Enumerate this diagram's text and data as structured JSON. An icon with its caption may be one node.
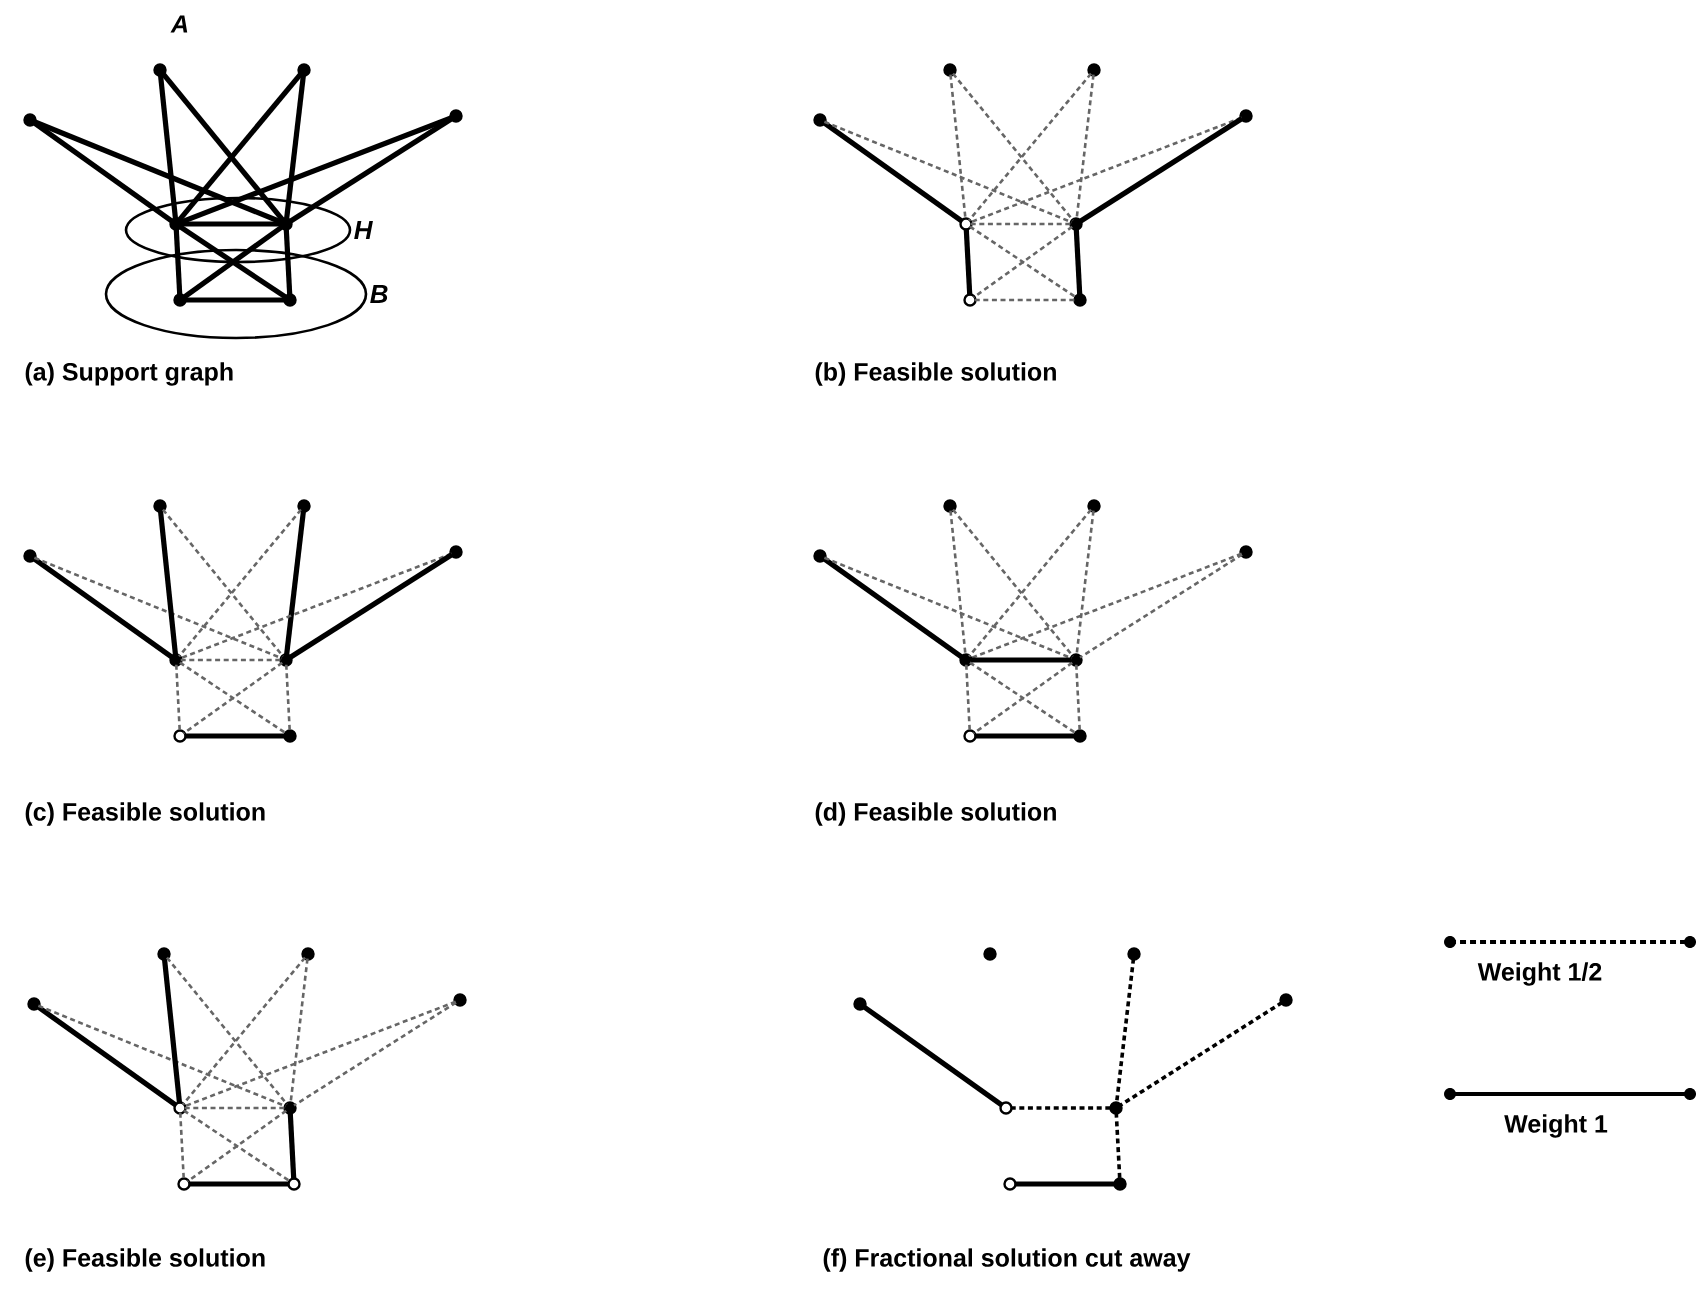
{
  "diagram": {
    "nodes": [
      {
        "text": [],
        "shape": "circle"
      },
      {
        "text": [],
        "shape": "circle"
      },
      {
        "text": [],
        "shape": "circle"
      },
      {
        "text": [],
        "shape": "circle"
      },
      {
        "text": [],
        "shape": "circle",
        "in": 8
      },
      {
        "text": [],
        "shape": "circle",
        "in": 8
      },
      {
        "text": [],
        "shape": "circle",
        "in": 9
      },
      {
        "text": [],
        "shape": "circle",
        "in": 9
      },
      {
        "text": [
          "H"
        ]
      },
      {
        "text": [
          "B"
        ]
      },
      {
        "text": [],
        "shape": "circle"
      },
      {
        "text": [],
        "shape": "circle"
      },
      {
        "text": [],
        "shape": "circle"
      },
      {
        "text": [],
        "shape": "circle"
      },
      {
        "text": [],
        "shape": "circle"
      },
      {
        "text": [],
        "shape": "circle"
      },
      {
        "text": [],
        "shape": "circle"
      },
      {
        "text": [],
        "shape": "circle"
      },
      {
        "text": [],
        "shape": "circle"
      },
      {
        "text": [],
        "shape": "circle"
      },
      {
        "text": [],
        "shape": "circle"
      },
      {
        "text": [],
        "shape": "circle"
      },
      {
        "text": [],
        "shape": "circle"
      },
      {
        "text": [],
        "shape": "circle"
      },
      {
        "text": [],
        "shape": "circle"
      },
      {
        "text": [],
        "shape": "circle"
      },
      {
        "text": [],
        "shape": "circle"
      },
      {
        "text": [],
        "shape": "circle"
      },
      {
        "text": [],
        "shape": "circle"
      },
      {
        "text": [],
        "shape": "circle"
      },
      {
        "text": [],
        "shape": "circle"
      },
      {
        "text": [],
        "shape": "circle"
      },
      {
        "text": [],
        "shape": "circle"
      },
      {
        "text": [],
        "shape": "circle"
      },
      {
        "text": [],
        "shape": "circle"
      },
      {
        "text": [],
        "shape": "circle"
      },
      {
        "text": [],
        "shape": "circle"
      },
      {
        "text": [],
        "shape": "circle"
      },
      {
        "text": [],
        "shape": "circle"
      },
      {
        "text": [],
        "shape": "circle"
      },
      {
        "text": [],
        "shape": "circle"
      },
      {
        "text": [],
        "shape": "circle"
      },
      {
        "text": [],
        "shape": "circle"
      },
      {
        "text": [],
        "shape": "circle"
      },
      {
        "text": [],
        "shape": "circle"
      },
      {
        "text": [],
        "shape": "circle"
      },
      {
        "text": [],
        "shape": "circle"
      },
      {
        "text": [],
        "shape": "circle"
      },
      {
        "text": [],
        "shape": "circle"
      },
      {
        "text": [],
        "shape": "circle"
      }
    ],
    "edges": [
      {
        "from": 0,
        "to": 4,
        "arrow": "none",
        "color": "#000000"
      },
      {
        "from": 0,
        "to": 5,
        "arrow": "none",
        "color": "#000000"
      },
      {
        "from": 1,
        "to": 4,
        "arrow": "none",
        "color": "#000000"
      },
      {
        "from": 1,
        "to": 5,
        "arrow": "none",
        "color": "#000000"
      },
      {
        "from": 2,
        "to": 4,
        "arrow": "none",
        "color": "#000000"
      },
      {
        "from": 2,
        "to": 5,
        "arrow": "none",
        "color": "#000000"
      },
      {
        "from": 3,
        "to": 4,
        "arrow": "none",
        "color": "#000000"
      },
      {
        "from": 3,
        "to": 5,
        "arrow": "none",
        "color": "#000000"
      },
      {
        "from": 4,
        "to": 5,
        "arrow": "none",
        "color": "#000000"
      },
      {
        "from": 4,
        "to": 6,
        "arrow": "none",
        "color": "#000000"
      },
      {
        "from": 5,
        "to": 7,
        "arrow": "none",
        "color": "#000000"
      },
      {
        "from": 6,
        "to": 7,
        "arrow": "none",
        "color": "#000000"
      },
      {
        "from": 4,
        "to": 7,
        "arrow": "none",
        "color": "#000000"
      },
      {
        "from": 5,
        "to": 6,
        "arrow": "none",
        "color": "#000000"
      },
      {
        "from": 10,
        "to": 14,
        "arrow": "none",
        "color": "#000000"
      },
      {
        "from": 10,
        "to": 15,
        "arrow": "none",
        "style": "dashed",
        "color": "#666666"
      },
      {
        "from": 11,
        "to": 14,
        "arrow": "none",
        "style": "dashed",
        "color": "#666666"
      },
      {
        "from": 11,
        "to": 15,
        "arrow": "none",
        "style": "dashed",
        "color": "#666666"
      },
      {
        "from": 12,
        "to": 14,
        "arrow": "none",
        "style": "dashed",
        "color": "#666666"
      },
      {
        "from": 12,
        "to": 15,
        "arrow": "none",
        "style": "dashed",
        "color": "#666666"
      },
      {
        "from": 13,
        "to": 14,
        "arrow": "none",
        "style": "dashed",
        "color": "#666666"
      },
      {
        "from": 13,
        "to": 15,
        "arrow": "none",
        "color": "#000000"
      },
      {
        "from": 14,
        "to": 15,
        "arrow": "none",
        "style": "dashed",
        "color": "#666666"
      },
      {
        "from": 14,
        "to": 16,
        "arrow": "none",
        "color": "#000000"
      },
      {
        "from": 15,
        "to": 17,
        "arrow": "none",
        "color": "#000000"
      },
      {
        "from": 16,
        "to": 17,
        "arrow": "none",
        "style": "dashed",
        "color": "#666666"
      },
      {
        "from": 14,
        "to": 17,
        "arrow": "none",
        "style": "dashed",
        "color": "#666666"
      },
      {
        "from": 15,
        "to": 16,
        "arrow": "none",
        "style": "dashed",
        "color": "#666666"
      },
      {
        "from": 18,
        "to": 22,
        "arrow": "none",
        "color": "#000000"
      },
      {
        "from": 18,
        "to": 23,
        "arrow": "none",
        "style": "dashed",
        "color": "#666666"
      },
      {
        "from": 19,
        "to": 22,
        "arrow": "none",
        "color": "#000000"
      },
      {
        "from": 19,
        "to": 23,
        "arrow": "none",
        "style": "dashed",
        "color": "#666666"
      },
      {
        "from": 20,
        "to": 22,
        "arrow": "none",
        "style": "dashed",
        "color": "#666666"
      },
      {
        "from": 20,
        "to": 23,
        "arrow": "none",
        "color": "#000000"
      },
      {
        "from": 21,
        "to": 22,
        "arrow": "none",
        "style": "dashed",
        "color": "#666666"
      },
      {
        "from": 21,
        "to": 23,
        "arrow": "none",
        "color": "#000000"
      },
      {
        "from": 22,
        "to": 23,
        "arrow": "none",
        "style": "dashed",
        "color": "#666666"
      },
      {
        "from": 22,
        "to": 24,
        "arrow": "none",
        "style": "dashed",
        "color": "#666666"
      },
      {
        "from": 23,
        "to": 25,
        "arrow": "none",
        "style": "dashed",
        "color": "#666666"
      },
      {
        "from": 24,
        "to": 25,
        "arrow": "none",
        "color": "#000000"
      },
      {
        "from": 22,
        "to": 25,
        "arrow": "none",
        "style": "dashed",
        "color": "#666666"
      },
      {
        "from": 23,
        "to": 24,
        "arrow": "none",
        "style": "dashed",
        "color": "#666666"
      },
      {
        "from": 26,
        "to": 30,
        "arrow": "none",
        "color": "#000000"
      },
      {
        "from": 26,
        "to": 31,
        "arrow": "none",
        "style": "dashed",
        "color": "#666666"
      },
      {
        "from": 27,
        "to": 30,
        "arrow": "none",
        "style": "dashed",
        "color": "#666666"
      },
      {
        "from": 27,
        "to": 31,
        "arrow": "none",
        "style": "dashed",
        "color": "#666666"
      },
      {
        "from": 28,
        "to": 30,
        "arrow": "none",
        "style": "dashed",
        "color": "#666666"
      },
      {
        "from": 28,
        "to": 31,
        "arrow": "none",
        "style": "dashed",
        "color": "#666666"
      },
      {
        "from": 29,
        "to": 30,
        "arrow": "none",
        "style": "dashed",
        "color": "#666666"
      },
      {
        "from": 29,
        "to": 31,
        "arrow": "none",
        "style": "dashed",
        "color": "#666666"
      },
      {
        "from": 30,
        "to": 31,
        "arrow": "none",
        "color": "#000000"
      },
      {
        "from": 30,
        "to": 32,
        "arrow": "none",
        "style": "dashed",
        "color": "#666666"
      },
      {
        "from": 31,
        "to": 33,
        "arrow": "none",
        "style": "dashed",
        "color": "#666666"
      },
      {
        "from": 32,
        "to": 33,
        "arrow": "none",
        "color": "#000000"
      },
      {
        "from": 30,
        "to": 33,
        "arrow": "none",
        "style": "dashed",
        "color": "#666666"
      },
      {
        "from": 31,
        "to": 32,
        "arrow": "none",
        "style": "dashed",
        "color": "#666666"
      },
      {
        "from": 34,
        "to": 38,
        "arrow": "none",
        "color": "#000000"
      },
      {
        "from": 34,
        "to": 39,
        "arrow": "none",
        "style": "dashed",
        "color": "#666666"
      },
      {
        "from": 35,
        "to": 38,
        "arrow": "none",
        "color": "#000000"
      },
      {
        "from": 35,
        "to": 39,
        "arrow": "none",
        "style": "dashed",
        "color": "#666666"
      },
      {
        "from": 36,
        "to": 38,
        "arrow": "none",
        "style": "dashed",
        "color": "#666666"
      },
      {
        "from": 36,
        "to": 39,
        "arrow": "none",
        "style": "dashed",
        "color": "#666666"
      },
      {
        "from": 37,
        "to": 38,
        "arrow": "none",
        "style": "dashed",
        "color": "#666666"
      },
      {
        "from": 37,
        "to": 39,
        "arrow": "none",
        "style": "dashed",
        "color": "#666666"
      },
      {
        "from": 38,
        "to": 39,
        "arrow": "none",
        "style": "dashed",
        "color": "#666666"
      },
      {
        "from": 38,
        "to": 40,
        "arrow": "none",
        "style": "dashed",
        "color": "#666666"
      },
      {
        "from": 39,
        "to": 41,
        "arrow": "none",
        "color": "#000000"
      },
      {
        "from": 40,
        "to": 41,
        "arrow": "none",
        "color": "#000000"
      },
      {
        "from": 38,
        "to": 41,
        "arrow": "none",
        "style": "dashed",
        "color": "#666666"
      },
      {
        "from": 39,
        "to": 40,
        "arrow": "none",
        "style": "dashed",
        "color": "#666666"
      },
      {
        "from": 42,
        "to": 46,
        "arrow": "none",
        "color": "#000000"
      },
      {
        "from": 46,
        "to": 47,
        "arrow": "none",
        "style": "dashed",
        "color": "#000000"
      },
      {
        "from": 44,
        "to": 47,
        "arrow": "none",
        "style": "dashed",
        "color": "#000000"
      },
      {
        "from": 45,
        "to": 47,
        "arrow": "none",
        "style": "dashed",
        "color": "#000000"
      },
      {
        "from": 47,
        "to": 49,
        "arrow": "none",
        "style": "dashed",
        "color": "#000000"
      },
      {
        "from": 48,
        "to": 49,
        "arrow": "none",
        "color": "#000000"
      }
    ],
    "labels": [
      "A",
      "(a) Support graph",
      "(b) Feasible solution",
      "(c) Feasible solution",
      "(d) Feasible solution",
      "(e) Feasible solution",
      "(f) Fractional solution cut away"
    ],
    "legend": [
      {
        "text": "Weight 1/2"
      },
      {
        "text": "Weight 1"
      }
    ]
  }
}
